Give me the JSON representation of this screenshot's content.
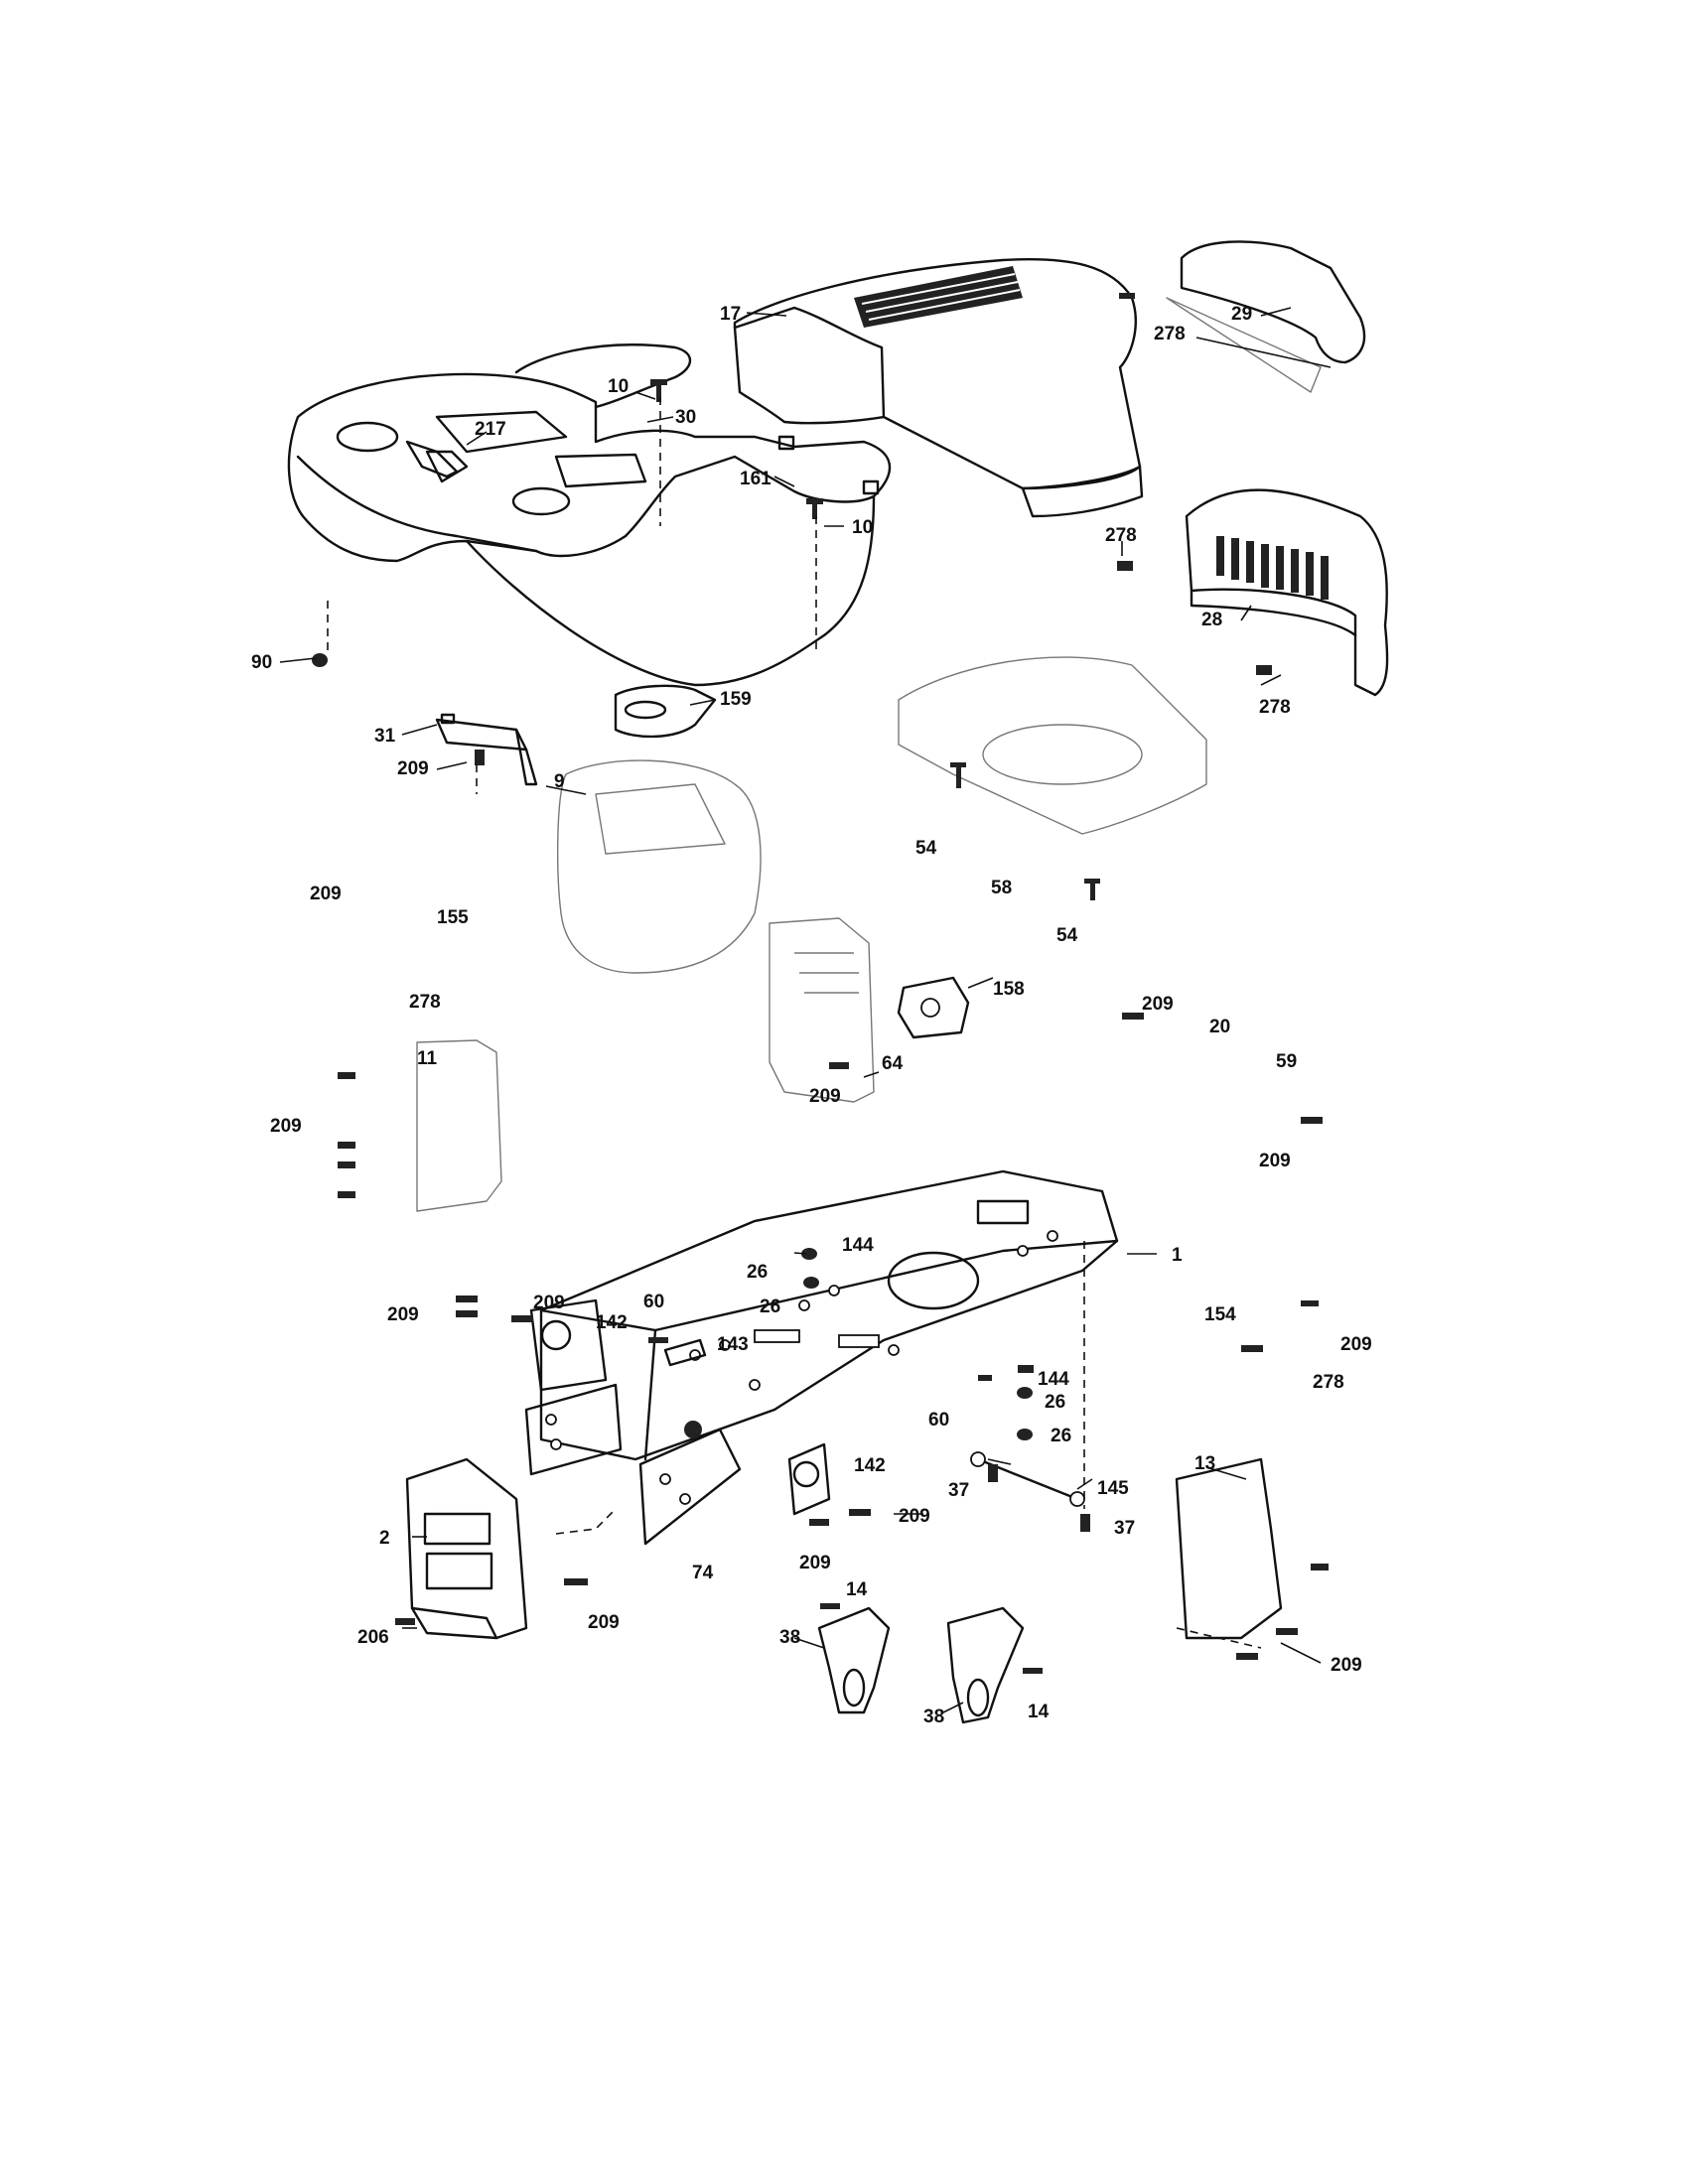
{
  "labels": [
    {
      "key": "p17",
      "text": "17"
    },
    {
      "key": "p29",
      "text": "29"
    },
    {
      "key": "p278a",
      "text": "278"
    },
    {
      "key": "p10a",
      "text": "10"
    },
    {
      "key": "p217",
      "text": "217"
    },
    {
      "key": "p161",
      "text": "161"
    },
    {
      "key": "p10b",
      "text": "10"
    },
    {
      "key": "p30",
      "text": "30"
    },
    {
      "key": "p278b",
      "text": "278"
    },
    {
      "key": "p28",
      "text": "28"
    },
    {
      "key": "p278c",
      "text": "278"
    },
    {
      "key": "p90",
      "text": "90"
    },
    {
      "key": "p159",
      "text": "159"
    },
    {
      "key": "p31",
      "text": "31"
    },
    {
      "key": "p209a",
      "text": "209"
    },
    {
      "key": "p9",
      "text": "9"
    },
    {
      "key": "p54a",
      "text": "54"
    },
    {
      "key": "p58",
      "text": "58"
    },
    {
      "key": "p54b",
      "text": "54"
    },
    {
      "key": "p209b",
      "text": "209"
    },
    {
      "key": "p155",
      "text": "155"
    },
    {
      "key": "p278d",
      "text": "278"
    },
    {
      "key": "p158",
      "text": "158"
    },
    {
      "key": "p209c",
      "text": "209"
    },
    {
      "key": "p20",
      "text": "20"
    },
    {
      "key": "p59",
      "text": "59"
    },
    {
      "key": "p11",
      "text": "11"
    },
    {
      "key": "p64",
      "text": "64"
    },
    {
      "key": "p209d",
      "text": "209"
    },
    {
      "key": "p209e",
      "text": "209"
    },
    {
      "key": "p209f",
      "text": "209"
    },
    {
      "key": "p144a",
      "text": "144"
    },
    {
      "key": "p26a",
      "text": "26"
    },
    {
      "key": "p1",
      "text": "1"
    },
    {
      "key": "p26b",
      "text": "26"
    },
    {
      "key": "p209g",
      "text": "209"
    },
    {
      "key": "p209h",
      "text": "209"
    },
    {
      "key": "p60a",
      "text": "60"
    },
    {
      "key": "p142a",
      "text": "142"
    },
    {
      "key": "p143",
      "text": "143"
    },
    {
      "key": "p154",
      "text": "154"
    },
    {
      "key": "p209i",
      "text": "209"
    },
    {
      "key": "p144b",
      "text": "144"
    },
    {
      "key": "p278e",
      "text": "278"
    },
    {
      "key": "p26c",
      "text": "26"
    },
    {
      "key": "p60b",
      "text": "60"
    },
    {
      "key": "p26d",
      "text": "26"
    },
    {
      "key": "p13",
      "text": "13"
    },
    {
      "key": "p142b",
      "text": "142"
    },
    {
      "key": "p37a",
      "text": "37"
    },
    {
      "key": "p145",
      "text": "145"
    },
    {
      "key": "p209j",
      "text": "209"
    },
    {
      "key": "p37b",
      "text": "37"
    },
    {
      "key": "p2",
      "text": "2"
    },
    {
      "key": "p74",
      "text": "74"
    },
    {
      "key": "p209k",
      "text": "209"
    },
    {
      "key": "p14a",
      "text": "14"
    },
    {
      "key": "p209l",
      "text": "209"
    },
    {
      "key": "p206",
      "text": "206"
    },
    {
      "key": "p38a",
      "text": "38"
    },
    {
      "key": "p38b",
      "text": "38"
    },
    {
      "key": "p14b",
      "text": "14"
    },
    {
      "key": "p209m",
      "text": "209"
    }
  ]
}
